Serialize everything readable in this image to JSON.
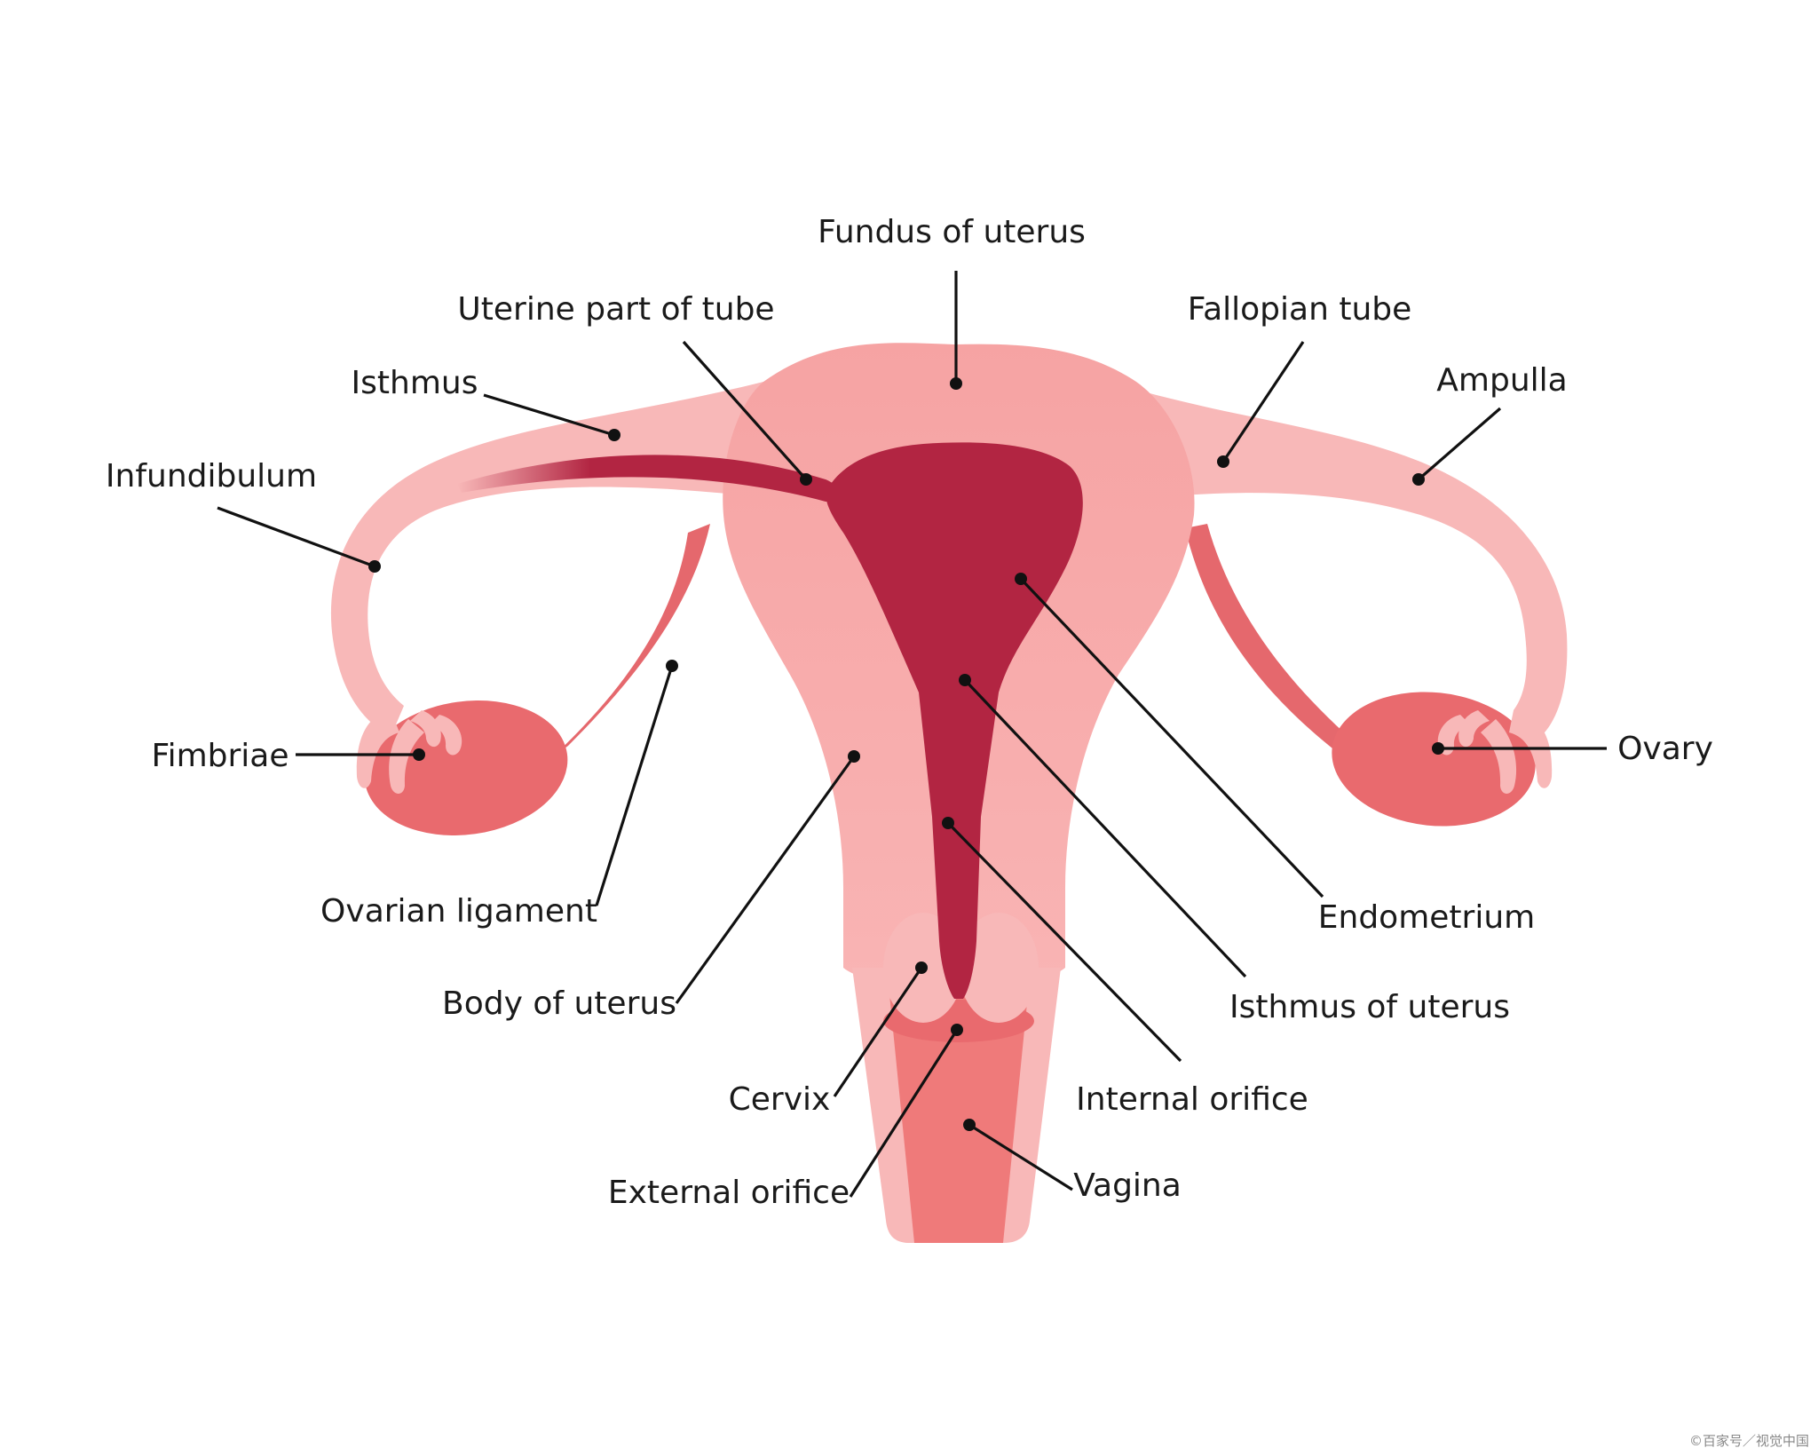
{
  "diagram": {
    "labels": {
      "fundus": "Fundus of uterus",
      "uterine_part": "Uterine part of tube",
      "fallopian": "Fallopian tube",
      "isthmus": "Isthmus",
      "ampulla": "Ampulla",
      "infundibulum": "Infundibulum",
      "fimbriae": "Fimbriae",
      "ovary": "Ovary",
      "ovarian_ligament": "Ovarian ligament",
      "endometrium": "Endometrium",
      "body": "Body of uterus",
      "isthmus_uterus": "Isthmus of uterus",
      "cervix": "Cervix",
      "internal_orifice": "Internal orifice",
      "external_orifice": "External orifice",
      "vagina": "Vagina"
    },
    "watermark": "©百家号／视觉中国",
    "colors": {
      "tissue_light": "#f7b3b2",
      "tissue_mid": "#f49d9d",
      "tube": "#f8b8b8",
      "endometrium": "#b22542",
      "ovary": "#e96a6e",
      "vagina": "#ef7a7a",
      "ligament": "#e5686d"
    }
  }
}
